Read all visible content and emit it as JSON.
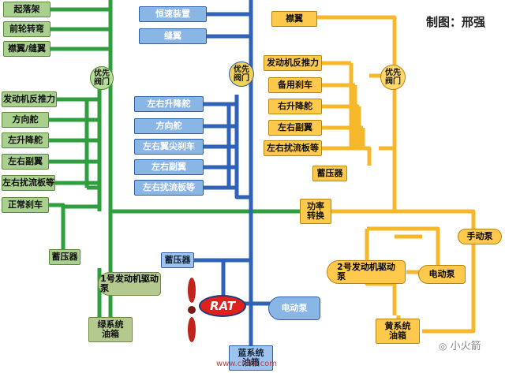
{
  "credit": "制图：邢强",
  "green": {
    "top_items": [
      "起落架",
      "前轮转弯",
      "襟翼/缝翼"
    ],
    "valve": "优先\n阀门",
    "left_items": [
      "发动机反推力",
      "方向舵",
      "左升降舵",
      "左右副翼",
      "左右扰流板等",
      "正常刹车"
    ],
    "accumulator": "蓄压器",
    "pump": "1号发动机驱动\n泵",
    "reservoir": "绿系统\n油箱"
  },
  "blue": {
    "top_items": [
      "恒速装置",
      "缝翼"
    ],
    "valve": "优先\n阀门",
    "items": [
      "左右升降舵",
      "方向舵",
      "左右翼尖刹车",
      "左右副翼",
      "左右扰流板等"
    ],
    "accumulator": "蓄压器",
    "rat": "RAT",
    "electric_pump": "电动泵",
    "reservoir": "蓝系统\n油箱"
  },
  "yellow": {
    "top_item": "襟翼",
    "valve": "优先\n阀门",
    "items": [
      "发动机反推力",
      "备用刹车",
      "右升降舵",
      "左右副翼",
      "左右扰流板等"
    ],
    "accumulator": "蓄压器",
    "ptu": "功率\n转换",
    "hand_pump": "手动泵",
    "engine_pump": "2号发动机驱动\n泵",
    "electric_pump": "电动泵",
    "reservoir": "黄系统\n油箱"
  },
  "watermark": "小火箭",
  "watermark_url": "www.cntrk.com",
  "colors": {
    "green": "#2e9e3e",
    "blue": "#2f63b8",
    "yellow": "#f5b82a"
  }
}
